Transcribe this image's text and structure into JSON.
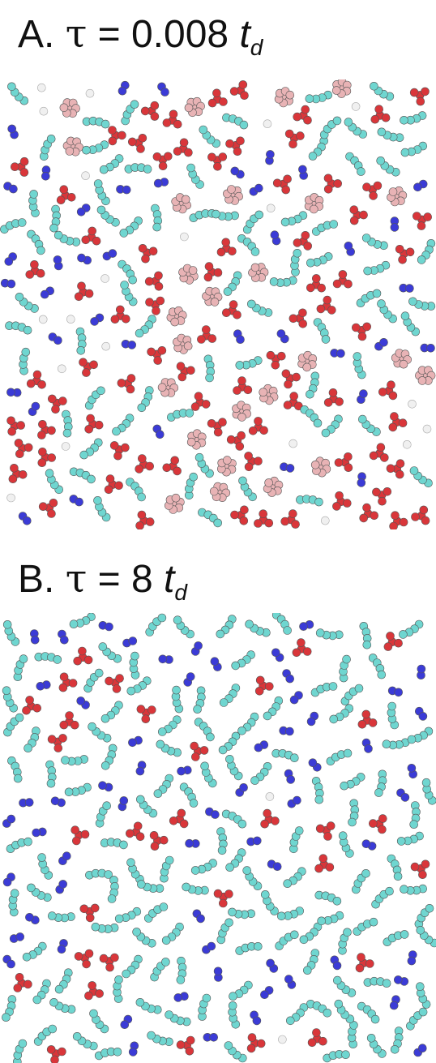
{
  "panels": [
    {
      "id": "A",
      "title": {
        "label": "A.",
        "symbol": "τ",
        "equals": "=",
        "value": "0.008",
        "unit": "t",
        "unit_sub": "d"
      }
    },
    {
      "id": "B",
      "title": {
        "label": "B.",
        "symbol": "τ",
        "equals": "=",
        "value": "8",
        "unit": "t",
        "unit_sub": "d"
      }
    }
  ],
  "colors": {
    "red": "#d9363a",
    "pink": "#e8b3b5",
    "cyan": "#6fd6d0",
    "blue": "#3b3bd6",
    "white": "#f0f0f0",
    "outline": "#555555"
  },
  "snapshots": {
    "A": {
      "mix": {
        "red": 0.34,
        "pink": 0.11,
        "cyan": 0.32,
        "blue": 0.16,
        "white": 0.07
      },
      "count": 250
    },
    "B": {
      "mix": {
        "red": 0.12,
        "pink": 0.0,
        "cyan": 0.62,
        "blue": 0.25,
        "white": 0.01
      },
      "count": 260
    }
  }
}
